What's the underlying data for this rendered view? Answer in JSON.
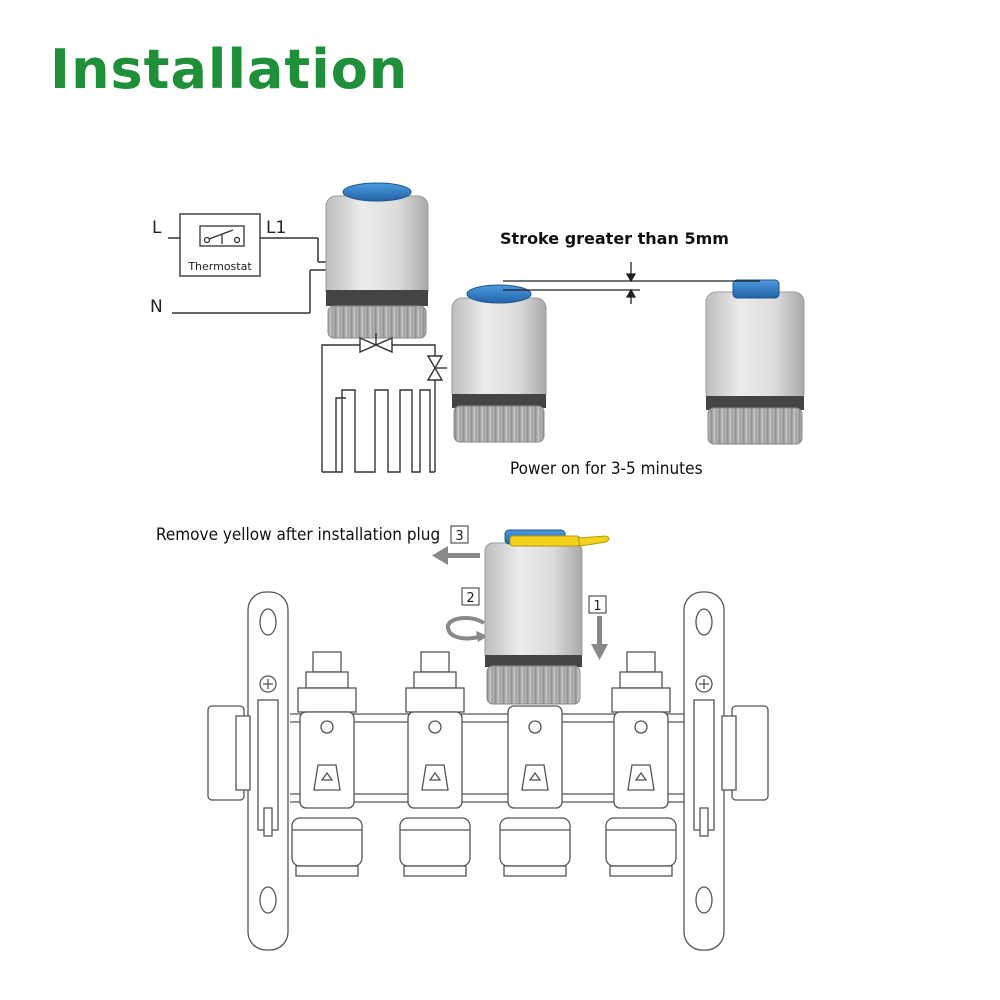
{
  "title": "Installation",
  "wiring": {
    "live_label": "L",
    "live_out_label": "L1",
    "neutral_label": "N",
    "thermostat_label": "Thermostat"
  },
  "stroke": {
    "label": "Stroke greater than 5mm",
    "power_label": "Power on for 3-5 minutes"
  },
  "install_steps": {
    "remove_label": "Remove yellow after installation plug",
    "step1": "1",
    "step2": "2",
    "step3": "3"
  },
  "colors": {
    "title_green": "#1f8f3a",
    "cap_blue": "#2e79c0",
    "body_gray": "#d9d9d9",
    "plug_yellow": "#f2d21a"
  }
}
